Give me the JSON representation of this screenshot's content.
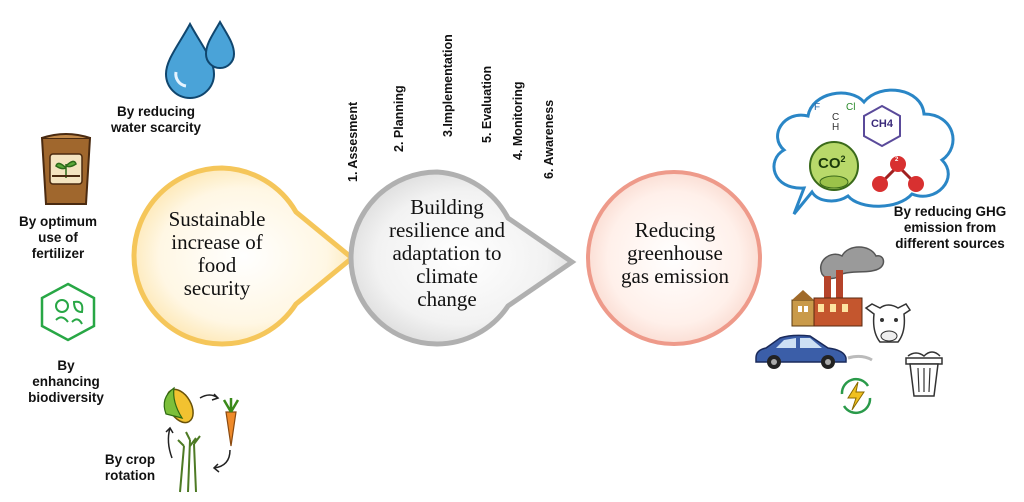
{
  "circles": [
    {
      "text": "Sustainable\nincrease of\nfood\nsecurity",
      "color": "#f5c65a"
    },
    {
      "text": "Building\nresilience and\nadaptation to\nclimate\nchange",
      "color": "#b0b0b0"
    },
    {
      "text": "Reducing\ngreenhouse\ngas emission",
      "color": "#ee9a8a"
    }
  ],
  "steps": [
    "1. Assesment",
    "2. Planning",
    "3.Implementation",
    "5. Evaluation",
    "4. Monitoring",
    "6. Awareness"
  ],
  "left_labels": {
    "water": "By reducing\nwater scarcity",
    "fertilizer": "By optimum\nuse of\nfertilizer",
    "biodiversity": "By\nenhancing\nbiodiversity",
    "crop": "By crop\nrotation"
  },
  "right_labels": {
    "ghg": "By reducing  GHG\nemission from\ndifferent sources"
  },
  "molecules": {
    "ch4": "CH4",
    "co2": "CO",
    "co2_sub": "2",
    "o2": "O",
    "o2_sub": "2",
    "f": "F",
    "cl": "Cl",
    "c": "C",
    "h": "H"
  },
  "icons": [
    "water-drops-icon",
    "fertilizer-bag-icon",
    "biodiversity-icon",
    "crop-rotation-icon",
    "factory-icon",
    "cow-icon",
    "car-icon",
    "trash-bin-icon",
    "energy-icon",
    "thought-cloud-icon"
  ]
}
